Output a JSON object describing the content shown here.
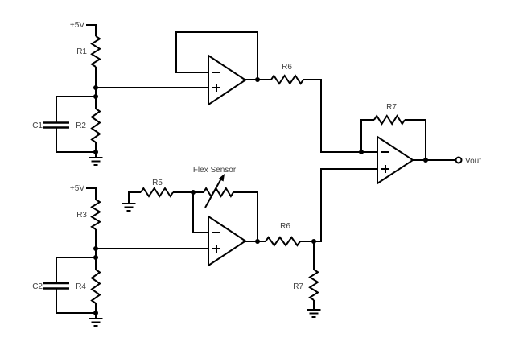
{
  "colors": {
    "background": "#ffffff",
    "wire": "#000000",
    "label_text": "#404040"
  },
  "labels": {
    "supply_top": "+5V",
    "supply_bottom": "+5V",
    "r1": "R1",
    "r2": "R2",
    "r3": "R3",
    "r4": "R4",
    "r5": "R5",
    "r6_top": "R6",
    "r6_bottom": "R6",
    "r7_feedback": "R7",
    "r7_ground": "R7",
    "c1": "C1",
    "c2": "C2",
    "flex_sensor": "Flex Sensor",
    "vout": "Vout"
  }
}
